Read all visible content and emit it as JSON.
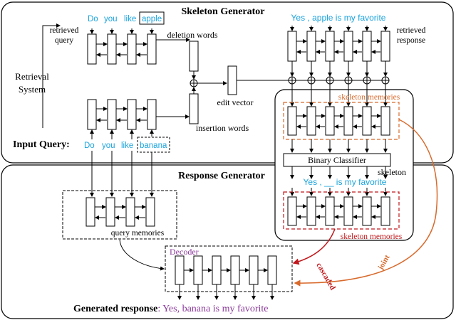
{
  "colors": {
    "cyan": "#1aa3dd",
    "orange": "#d86a2c",
    "red": "#c0181c",
    "purple": "#8a3a9a",
    "black": "#000000"
  },
  "skeleton_generator": {
    "title": "Skeleton Generator",
    "retrieved_query_label": "retrieved query",
    "query_words": [
      "Do",
      "you",
      "like",
      "apple"
    ],
    "retrieval_system_label": "Retrieval System",
    "deletion_words_label": "deletion words",
    "insertion_words_label": "insertion words",
    "edit_vector_label": "edit vector",
    "input_query_label": "Input Query:",
    "input_words": [
      "Do",
      "you",
      "like",
      "banana"
    ],
    "retrieved_response_text": "Yes , apple is my favorite",
    "retrieved_response_label": "retrieved response",
    "skeleton_memories_label": "skeleton memories",
    "binary_classifier_label": "Binary Classifier",
    "skeleton_label": "skeleton",
    "skeleton_text": "Yes , __ is my favorite"
  },
  "response_generator": {
    "title": "Response Generator",
    "query_memories_label": "query memories",
    "skeleton_memories_label": "skeleton memories",
    "decoder_label": "Decoder",
    "cascaded_label": "cascaded",
    "joint_label": "joint",
    "generated_response_label": "Generated response",
    "generated_response_text": ": Yes, banana is my favorite"
  }
}
